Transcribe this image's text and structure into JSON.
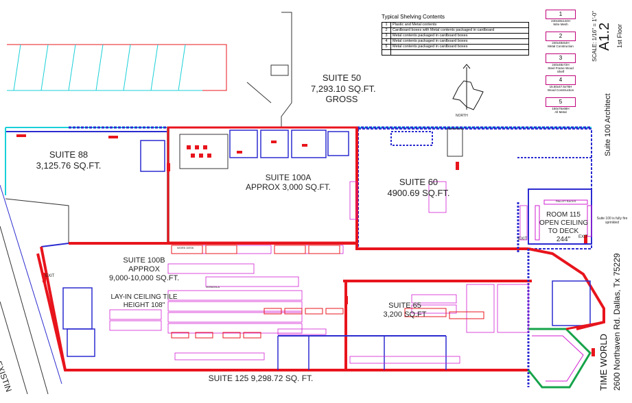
{
  "legend": {
    "title": "Typical Shelving Contents",
    "rows": [
      {
        "num": "1",
        "text": "Plastic and Metal contents"
      },
      {
        "num": "2",
        "text": "Cardboard boxes with Metal contents packaged in cardboard"
      },
      {
        "num": "3",
        "text": "Metal contents packaged in cardboard boxes"
      },
      {
        "num": "4",
        "text": "Metal contents packaged in cardboard boxes"
      },
      {
        "num": "5",
        "text": "Metal contents packaged in cardboard boxes"
      }
    ]
  },
  "shelf_key": [
    {
      "num": "1",
      "dims": "240x48x144H",
      "desc": "Wire Mesh"
    },
    {
      "num": "2",
      "dims": "240x48x54H",
      "desc": "Metal Construction"
    },
    {
      "num": "3",
      "dims": "240x48x72H",
      "desc": "Steel Frame Wood Shelf"
    },
    {
      "num": "4",
      "dims": "15.50x47.5x76H",
      "desc": "Wood Construction"
    },
    {
      "num": "5",
      "dims": "150x76x68H",
      "desc": "All Metal"
    }
  ],
  "title_block": {
    "scale": "SCALE: 1/16\" = 1'-0\"",
    "sheet": "A1.2",
    "floor": "1st Floor",
    "firm": "Suite 100 Architect",
    "project": "TIME WORLD",
    "address": "2600 Northaven Rd. Dallas, Tx 75229",
    "sprinkler_note": "Suite 100 is fully fire sprinkled"
  },
  "suites": {
    "s50": {
      "name": "SUITE 50",
      "area": "7,293.10 SQ.FT.",
      "note": "GROSS"
    },
    "s88": {
      "name": "SUITE 88",
      "area": "3,125.76 SQ.FT."
    },
    "s100a": {
      "name": "SUITE 100A",
      "area": "APPROX 3,000 SQ.FT."
    },
    "s60": {
      "name": "SUITE 60",
      "area": "4900.69 SQ.FT."
    },
    "r115": {
      "name": "ROOM 115",
      "l2": "OPEN CEILING",
      "l3": "TO DECK",
      "l4": "244\""
    },
    "s100b": {
      "name": "SUITE 100B",
      "l2": "APPROX",
      "l3": "9,000-10,000 SQ.FT."
    },
    "ceiling": {
      "l1": "LAY-IN CEILING TILE",
      "l2": "HEIGHT 108\""
    },
    "s65": {
      "name": "SUITE 65",
      "area": "3,200 SQ.FT"
    },
    "s125": {
      "name": "SUITE 125",
      "area": "9,298.72 SQ. FT."
    }
  },
  "misc": {
    "north": "NORTH",
    "existing": "EXISTIN",
    "exit": "EXIT",
    "pallet": "PALLET RACKS",
    "gondola": "GONDOLA",
    "workdesk": "WORK DESK"
  },
  "colors": {
    "wall_red": "#e8141c",
    "wall_blue": "#2a2ad0",
    "magenta": "#d21bd2",
    "cyan": "#18d0d8",
    "green": "#16a34a",
    "gray": "#9a9a9a"
  }
}
